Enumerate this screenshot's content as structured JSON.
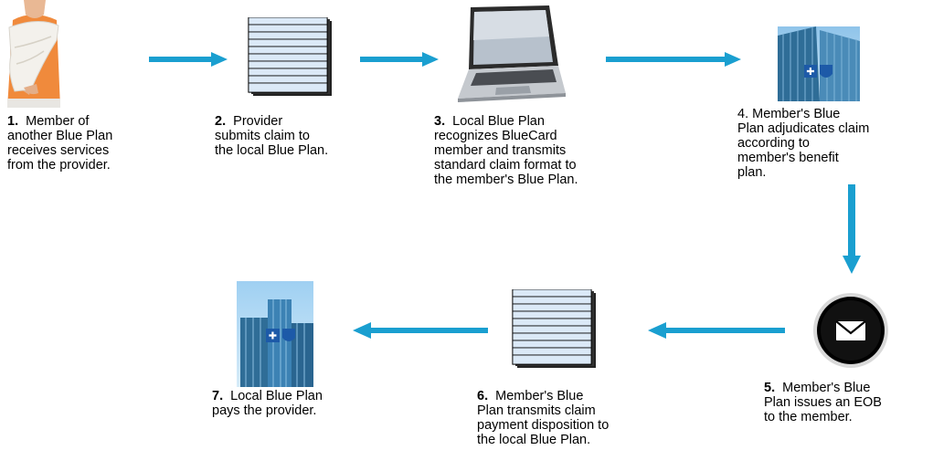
{
  "accent_color": "#1a9fd0",
  "steps": [
    {
      "number": "1.",
      "lines": [
        "Member of",
        "another Blue Plan",
        "receives services",
        "from the provider."
      ],
      "icon": "injured-member-photo"
    },
    {
      "number": "2.",
      "lines": [
        "Provider",
        "submits claim to",
        "the local Blue Plan."
      ],
      "icon": "claim-document-icon"
    },
    {
      "number": "3.",
      "lines": [
        "Local Blue Plan",
        "recognizes BlueCard",
        "member and transmits",
        "standard claim format to",
        "the member's Blue Plan."
      ],
      "icon": "laptop-icon"
    },
    {
      "number": "4.",
      "lines": [
        "Member's Blue",
        "Plan adjudicates claim",
        "according to",
        "member's benefit",
        "plan."
      ],
      "icon": "office-building-photo"
    },
    {
      "number": "5.",
      "lines": [
        "Member's Blue",
        "Plan issues an EOB",
        "to the member."
      ],
      "icon": "envelope-icon"
    },
    {
      "number": "6.",
      "lines": [
        "Member's Blue",
        "Plan transmits claim",
        "payment disposition to",
        "the local Blue Plan."
      ],
      "icon": "claim-document-icon"
    },
    {
      "number": "7.",
      "lines": [
        "Local Blue Plan",
        "pays the provider."
      ],
      "icon": "office-building-photo"
    }
  ]
}
